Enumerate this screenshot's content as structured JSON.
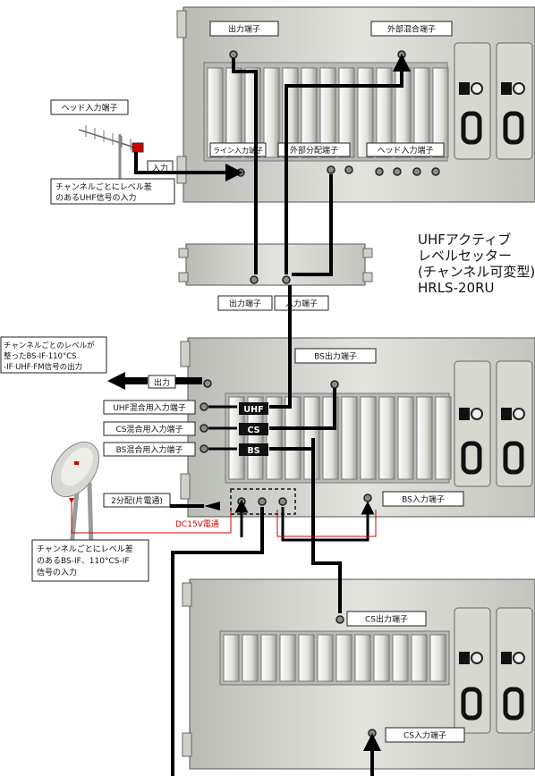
{
  "units": {
    "top": {
      "out_port": "出力端子",
      "ext_mix_port": "外部混合端子",
      "line_in_port": "ライン入力端子",
      "ext_dist_port": "外部分配端子",
      "head_in_port": "ヘッド入力端子"
    },
    "middle": {
      "out_port": "出力端子",
      "in_port": "入力端子"
    },
    "bs": {
      "bs_out_port": "BS出力端子",
      "uhf_mix_port": "UHF混合用入力端子",
      "cs_mix_port": "CS混合用入力端子",
      "bs_mix_port": "BS混合用入力端子",
      "uhf_tag": "UHF",
      "cs_tag": "CS",
      "bs_tag": "BS",
      "splitter": "2分配(片電通)",
      "bs_in_port": "BS入力端子",
      "dc_label": "DC15V電通"
    },
    "cs": {
      "cs_out_port": "CS出力端子",
      "cs_in_port": "CS入力端子"
    }
  },
  "antenna": {
    "head_in": "ヘッド入力端子",
    "input_arrow": "入力",
    "note_line1": "チャンネルごとにレベル差",
    "note_line2": "のあるUHF信号の入力"
  },
  "product": {
    "line1": "UHFアクティブ",
    "line2": "レベルセッター",
    "line3": "(チャンネル可変型)",
    "line4": "HRLS-20RU"
  },
  "output_note": {
    "line1": "チャンネルごとのレベルが",
    "line2": "整ったBS-IF·110°CS",
    "line3": "-IF·UHF·FM信号の出力",
    "arrow_label": "出力"
  },
  "dish_note": {
    "line1": "チャンネルごとにレベル差",
    "line2": "のあるBS-IF、110°CS-IF",
    "line3": "信号の入力"
  }
}
